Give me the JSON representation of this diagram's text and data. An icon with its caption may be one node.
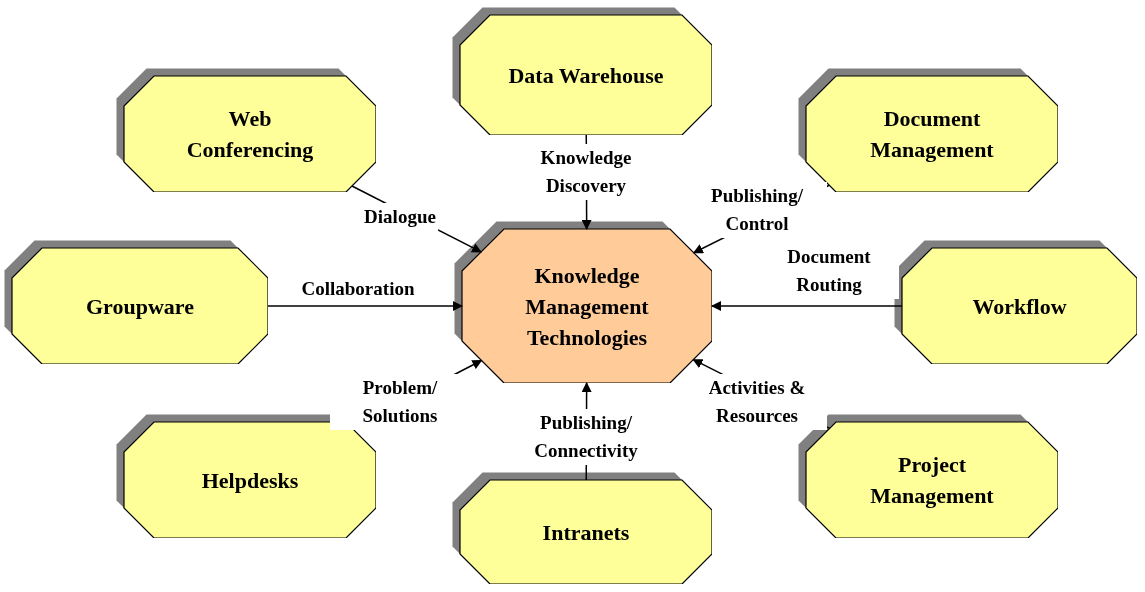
{
  "diagram": {
    "nodes": [
      {
        "text": [
          "Knowledge Management Technologies"
        ]
      },
      {
        "text": [
          "Data Warehouse"
        ]
      },
      {
        "text": [
          "Web Conferencing"
        ]
      },
      {
        "text": [
          "Document Management"
        ]
      },
      {
        "text": [
          "Groupware"
        ]
      },
      {
        "text": [
          "Workflow"
        ]
      },
      {
        "text": [
          "Helpdesks"
        ]
      },
      {
        "text": [
          "Project Management"
        ]
      },
      {
        "text": [
          "Intranets"
        ]
      }
    ],
    "edges": [
      {
        "from": 1,
        "to": 0,
        "arrow": "to",
        "label": "Knowledge Discovery"
      },
      {
        "from": 2,
        "to": 0,
        "arrow": "to",
        "label": "Dialogue"
      },
      {
        "from": 3,
        "to": 0,
        "arrow": "to",
        "label": "Publishing/ Control"
      },
      {
        "from": 4,
        "to": 0,
        "arrow": "to",
        "label": "Collaboration"
      },
      {
        "from": 5,
        "to": 0,
        "arrow": "to",
        "label": "Document Routing"
      },
      {
        "from": 6,
        "to": 0,
        "arrow": "to",
        "label": "Problem/ Solutions"
      },
      {
        "from": 7,
        "to": 0,
        "arrow": "to",
        "label": "Activities & Resources"
      },
      {
        "from": 8,
        "to": 0,
        "arrow": "to",
        "label": "Publishing/ Connectivity"
      }
    ]
  }
}
